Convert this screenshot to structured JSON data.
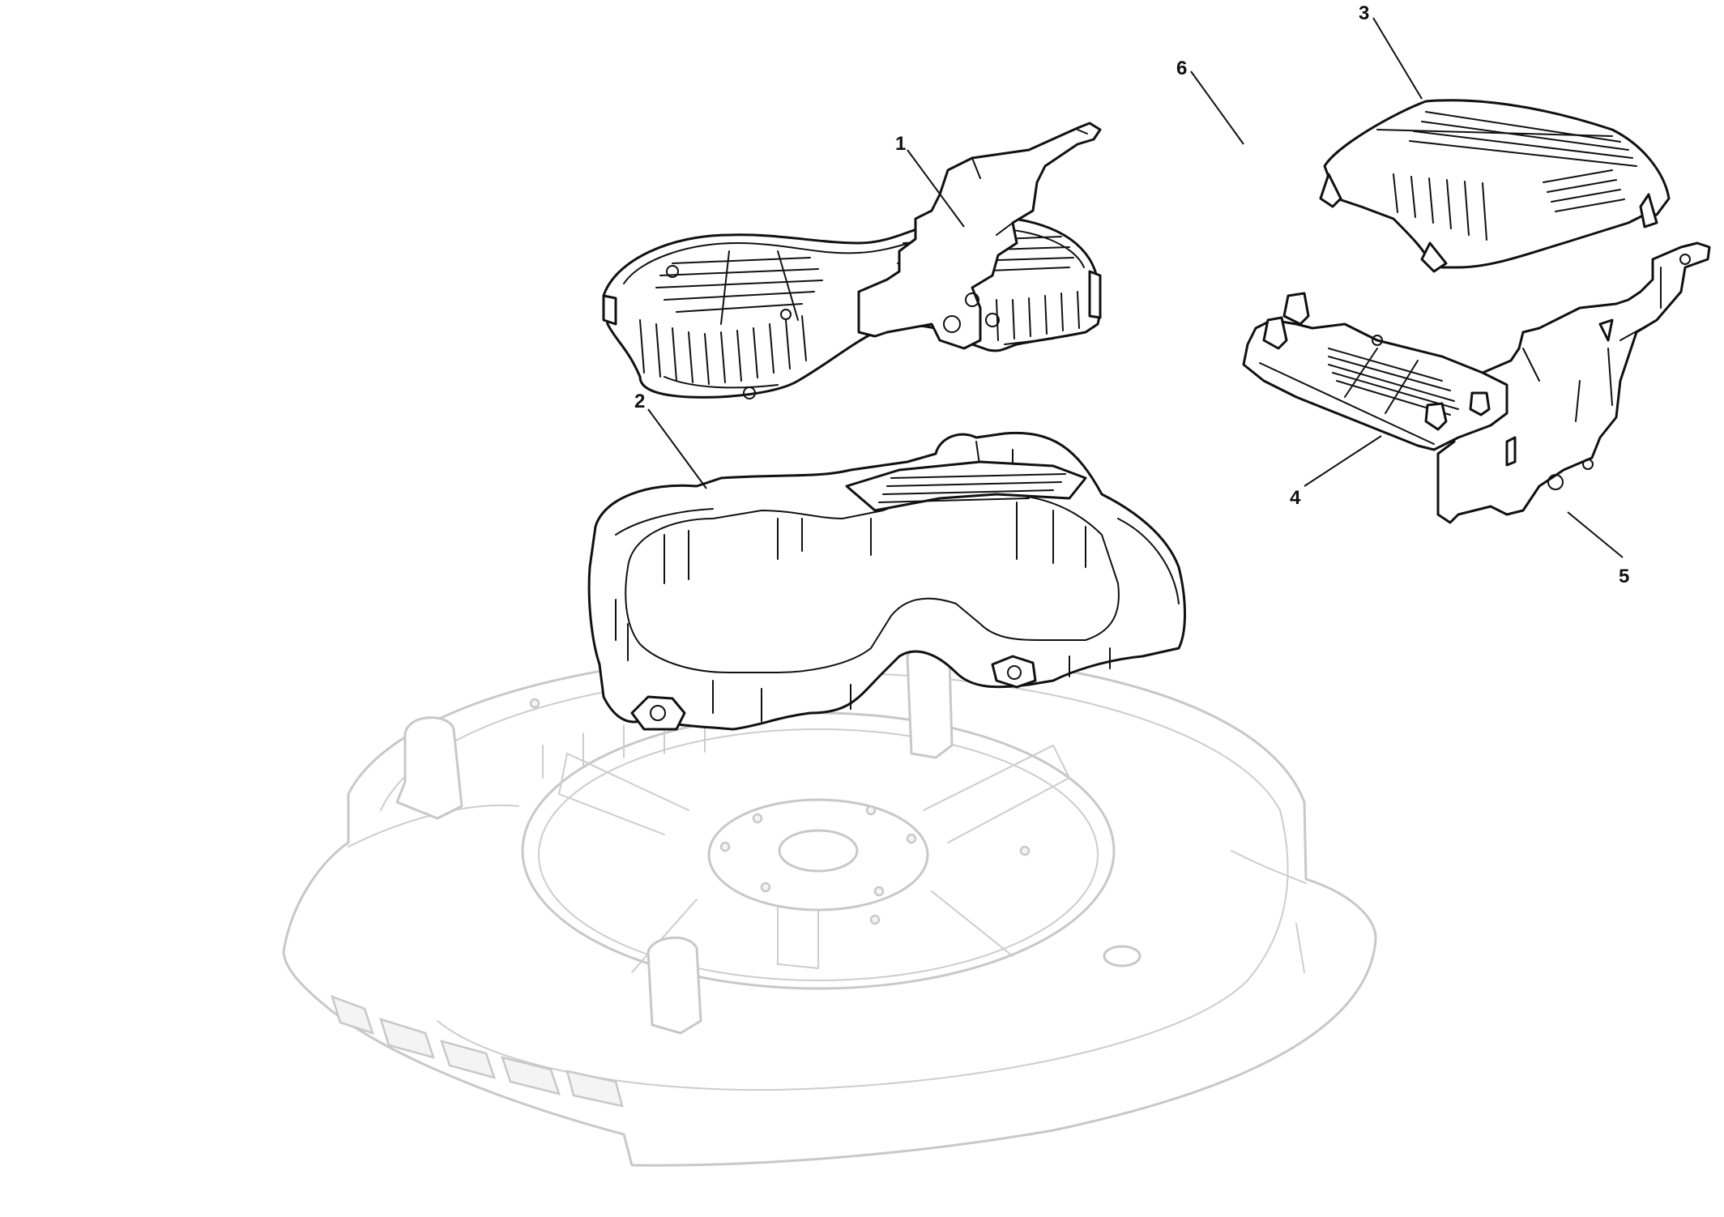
{
  "callouts": [
    {
      "id": "1",
      "label": "1"
    },
    {
      "id": "2",
      "label": "2"
    },
    {
      "id": "3",
      "label": "3"
    },
    {
      "id": "4",
      "label": "4"
    },
    {
      "id": "5",
      "label": "5"
    },
    {
      "id": "6",
      "label": "6"
    }
  ],
  "colors": {
    "line": "#111111",
    "ghost": "#c8c8c8",
    "background": "#ffffff"
  }
}
